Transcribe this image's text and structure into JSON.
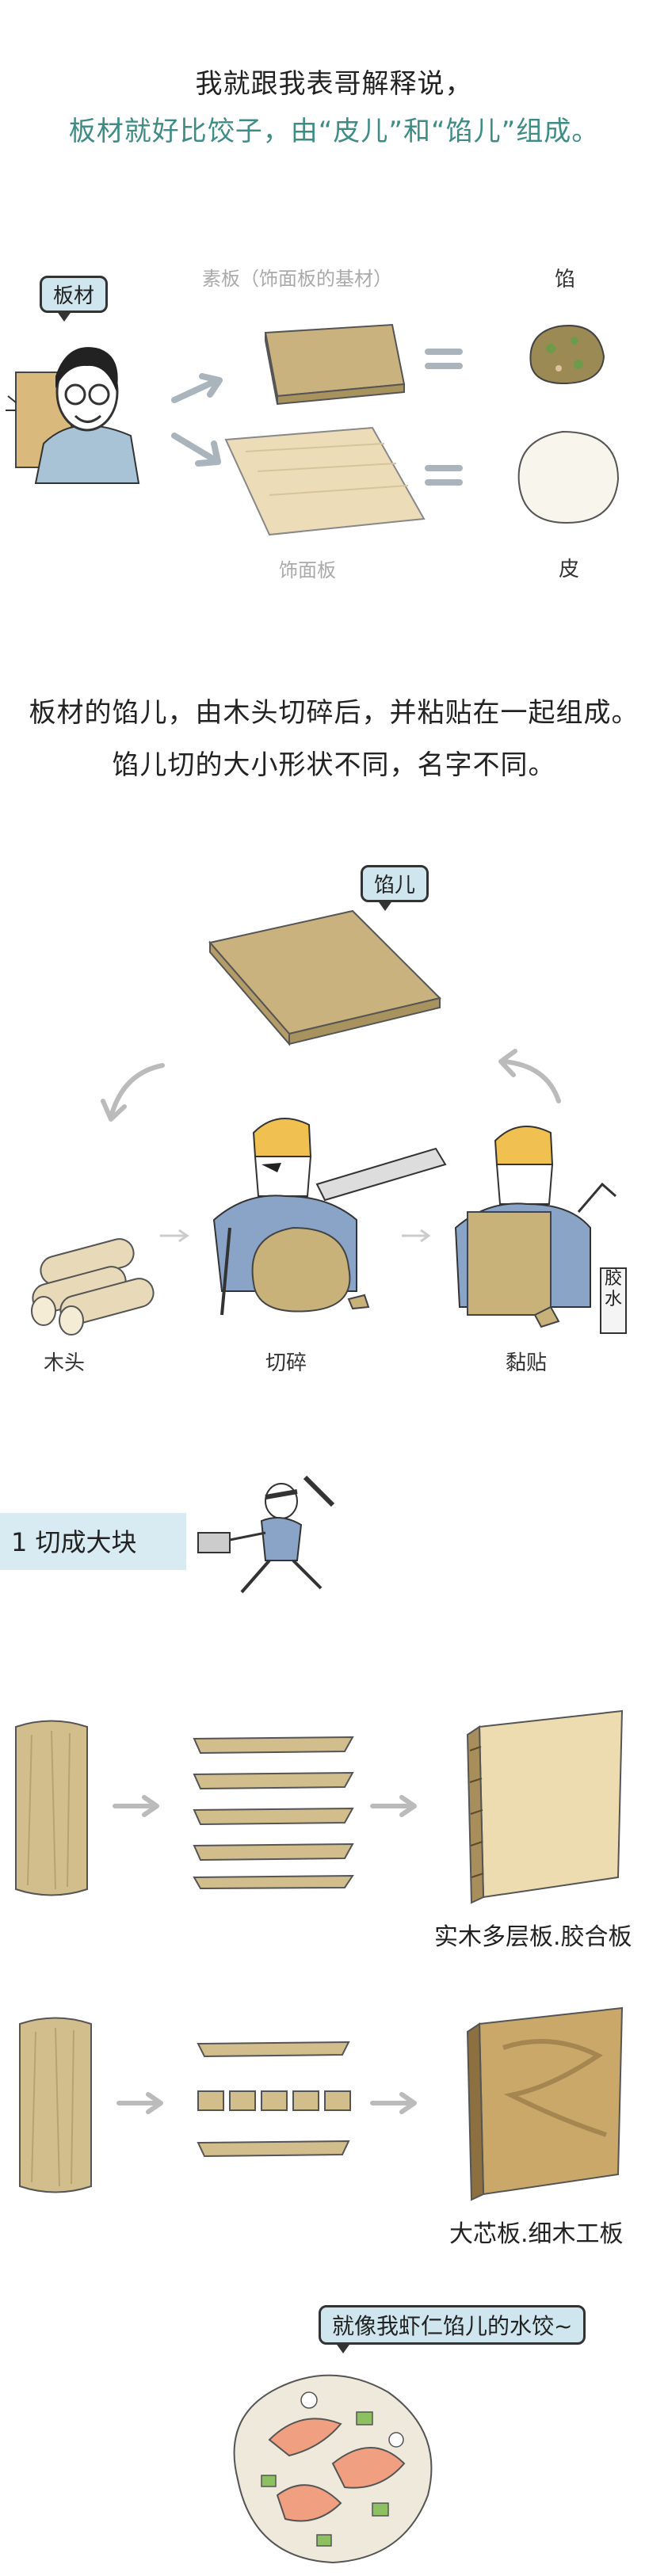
{
  "intro": {
    "line1": "我就跟我表哥解释说，",
    "line2": "板材就好比饺子，由“皮儿”和“馅儿”组成。"
  },
  "compare": {
    "bubble": "板材",
    "top_caption": "素板（饰面板的基材）",
    "bottom_caption": "饰面板",
    "filling_label": "馅",
    "skin_label": "皮"
  },
  "explain": {
    "line1": "板材的馅儿，由木头切碎后，并粘贴在一起组成。",
    "line2": "馅儿切的大小形状不同，名字不同。"
  },
  "process": {
    "bubble": "馅儿",
    "wood_label": "木头",
    "chop_label": "切碎",
    "glue_label": "黏贴",
    "glue_tube": "胶水"
  },
  "step1": {
    "title": "1 切成大块"
  },
  "products": {
    "plywood_label": "实木多层板.胶合板",
    "blockboard_label": "大芯板.细木工板"
  },
  "ending": {
    "bubble": "就像我虾仁馅儿的水饺~"
  },
  "colors": {
    "teal": "#3d8c86",
    "bubble_bg": "#cfe6ee",
    "wood": "#c8b48a",
    "board_light": "#e8d9b8"
  }
}
